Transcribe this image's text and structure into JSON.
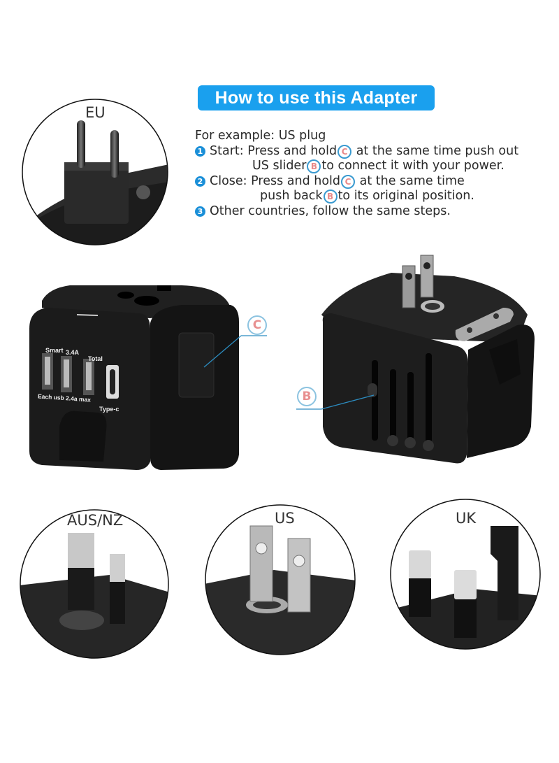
{
  "header": {
    "title": "How to use this Adapter",
    "color": "#1AA0EE"
  },
  "instructions": {
    "intro": "For example: US plug",
    "steps": [
      {
        "num": "1",
        "label": "Start:",
        "line1_a": "Press and hold",
        "marker1": "C",
        "line1_b": "at the same time push out",
        "line2_a": "US slider",
        "marker2": "B",
        "line2_b": "to connect it with your power."
      },
      {
        "num": "2",
        "label": "Close:",
        "line1_a": "Press and hold",
        "marker1": "C",
        "line1_b": "at the same time",
        "line2_a": "push back",
        "marker2": "B",
        "line2_b": "to its original position."
      },
      {
        "num": "3",
        "text": "Other countries, follow the same steps."
      }
    ]
  },
  "plug_types": {
    "eu": {
      "label": "EU"
    },
    "aus_nz": {
      "label": "AUS/NZ"
    },
    "us": {
      "label": "US"
    },
    "uk": {
      "label": "UK"
    }
  },
  "product_front": {
    "labels": {
      "smart": "Smart",
      "amp": "3.4A",
      "total": "Total",
      "each": "Each usb 2.4a max",
      "typec": "Type-c"
    },
    "callout": "C"
  },
  "product_back": {
    "callout": "B"
  },
  "colors": {
    "accent_blue": "#1AA0EE",
    "marker_ring": "#3A9AD0",
    "marker_letter": "#E88A8A",
    "product_body": "#1f1f1f"
  }
}
